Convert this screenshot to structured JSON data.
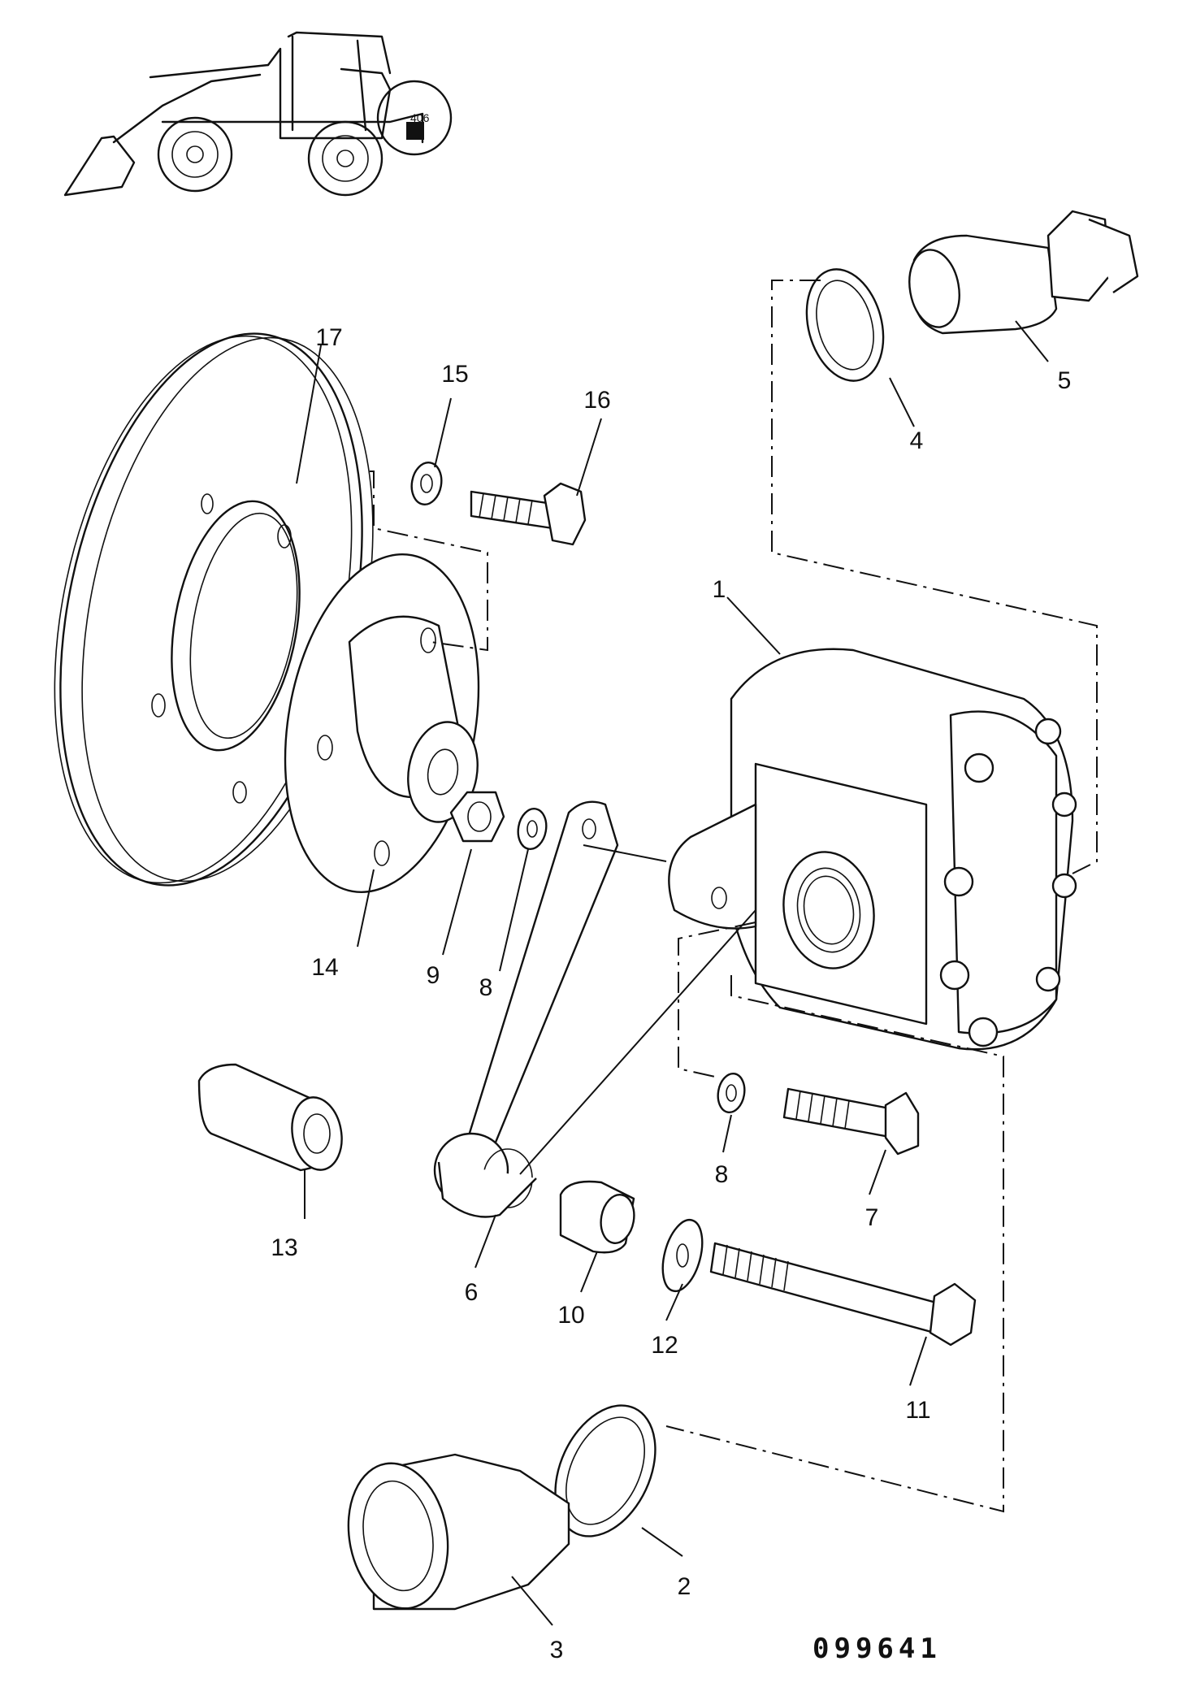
{
  "diagram": {
    "reference_number": "099641",
    "thumbnail_label": "406",
    "callouts": [
      "1",
      "2",
      "3",
      "4",
      "5",
      "6",
      "7",
      "8",
      "8",
      "9",
      "10",
      "11",
      "12",
      "13",
      "14",
      "15",
      "16",
      "17"
    ]
  }
}
